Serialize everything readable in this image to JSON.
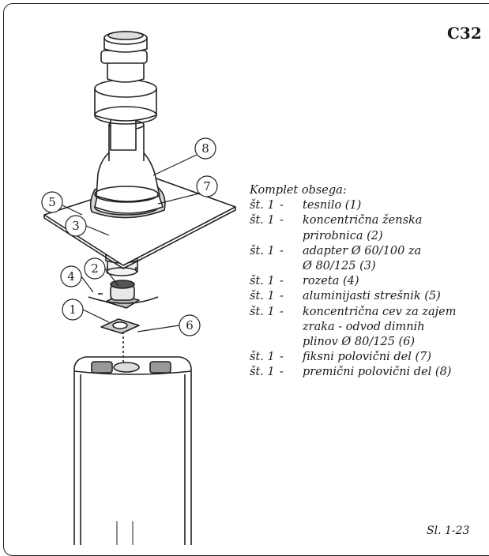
{
  "figure_code": "C32",
  "caption": "Sl. 1-23",
  "legend": {
    "title": "Komplet obsega:",
    "items": [
      {
        "qty": "št. 1",
        "dash": "-",
        "lines": [
          "tesnilo (1)"
        ]
      },
      {
        "qty": "št. 1",
        "dash": "-",
        "lines": [
          "koncentrična ženska",
          "prirobnica (2)"
        ]
      },
      {
        "qty": "št. 1",
        "dash": "-",
        "lines": [
          "adapter Ø 60/100 za",
          "Ø 80/125 (3)"
        ]
      },
      {
        "qty": "št. 1",
        "dash": "-",
        "lines": [
          "rozeta (4)"
        ]
      },
      {
        "qty": "št. 1",
        "dash": "-",
        "lines": [
          "aluminijasti strešnik (5)"
        ]
      },
      {
        "qty": "št. 1",
        "dash": "-",
        "lines": [
          "koncentrična cev za zajem",
          "zraka - odvod dimnih",
          "plinov Ø 80/125 (6)"
        ]
      },
      {
        "qty": "št. 1",
        "dash": "-",
        "lines": [
          "fiksni polovični del (7)"
        ]
      },
      {
        "qty": "št. 1",
        "dash": "-",
        "lines": [
          "premični polovični del (8)"
        ]
      }
    ]
  },
  "callouts": {
    "c1": "1",
    "c2": "2",
    "c3": "3",
    "c4": "4",
    "c5": "5",
    "c6": "6",
    "c7": "7",
    "c8": "8"
  }
}
